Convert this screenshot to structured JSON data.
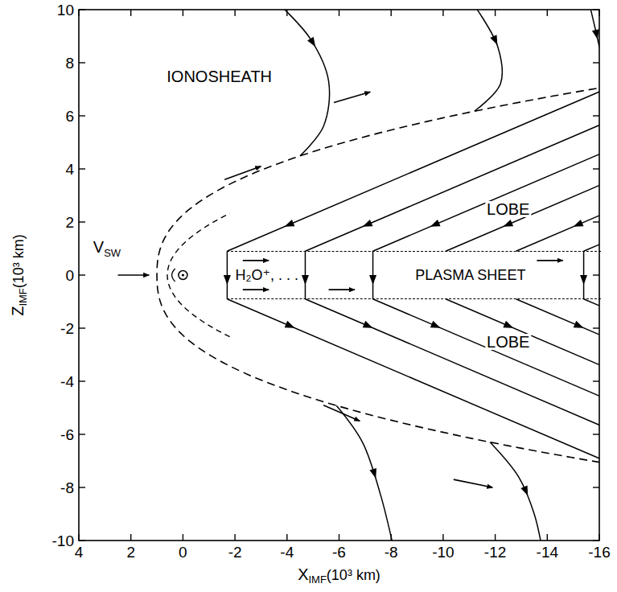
{
  "diagram": {
    "nodes": [
      {
        "text": [
          "H₂O⁺, . . .",
          "PLASMA SHEET"
        ]
      }
    ],
    "labels": [
      "IONOSHEATH",
      "LOBE",
      "LOBE",
      "V",
      "SW",
      "Z",
      "IMF",
      "(10³ km)",
      "X",
      "IMF",
      "(10³ km)",
      "4",
      "2",
      "0",
      "-2",
      "-4",
      "-6",
      "-8",
      "-10",
      "-12",
      "-14",
      "-16",
      "10",
      "8",
      "6",
      "4",
      "2",
      "0",
      "-2",
      "-4",
      "-6",
      "-8",
      "-10"
    ]
  }
}
